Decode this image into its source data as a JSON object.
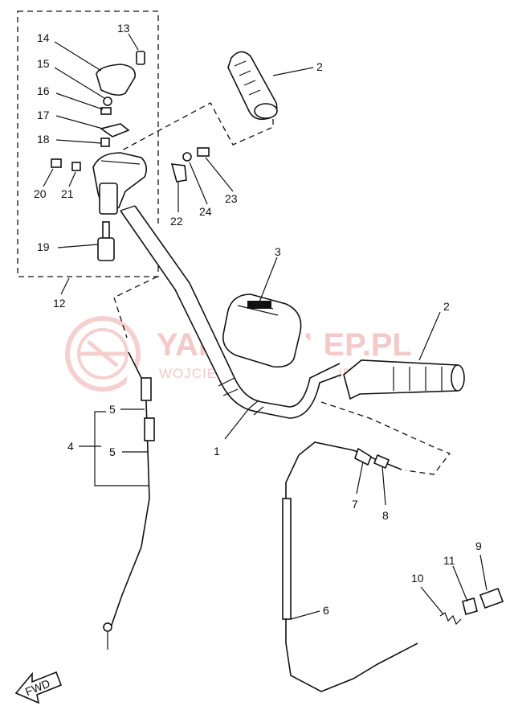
{
  "watermark": {
    "brand": "YAMA-SKLEP.PL",
    "subtitle": "WOJCIECHOWICZ POLAND"
  },
  "fwd_label": "FWD",
  "callouts": {
    "n1": "1",
    "n2a": "2",
    "n2b": "2",
    "n3": "3",
    "n4": "4",
    "n5a": "5",
    "n5b": "5",
    "n6": "6",
    "n7": "7",
    "n8": "8",
    "n9": "9",
    "n10": "10",
    "n11": "11",
    "n12": "12",
    "n13": "13",
    "n14": "14",
    "n15": "15",
    "n16": "16",
    "n17": "17",
    "n18": "18",
    "n19": "19",
    "n20": "20",
    "n21": "21",
    "n22": "22",
    "n23": "23",
    "n24": "24"
  }
}
